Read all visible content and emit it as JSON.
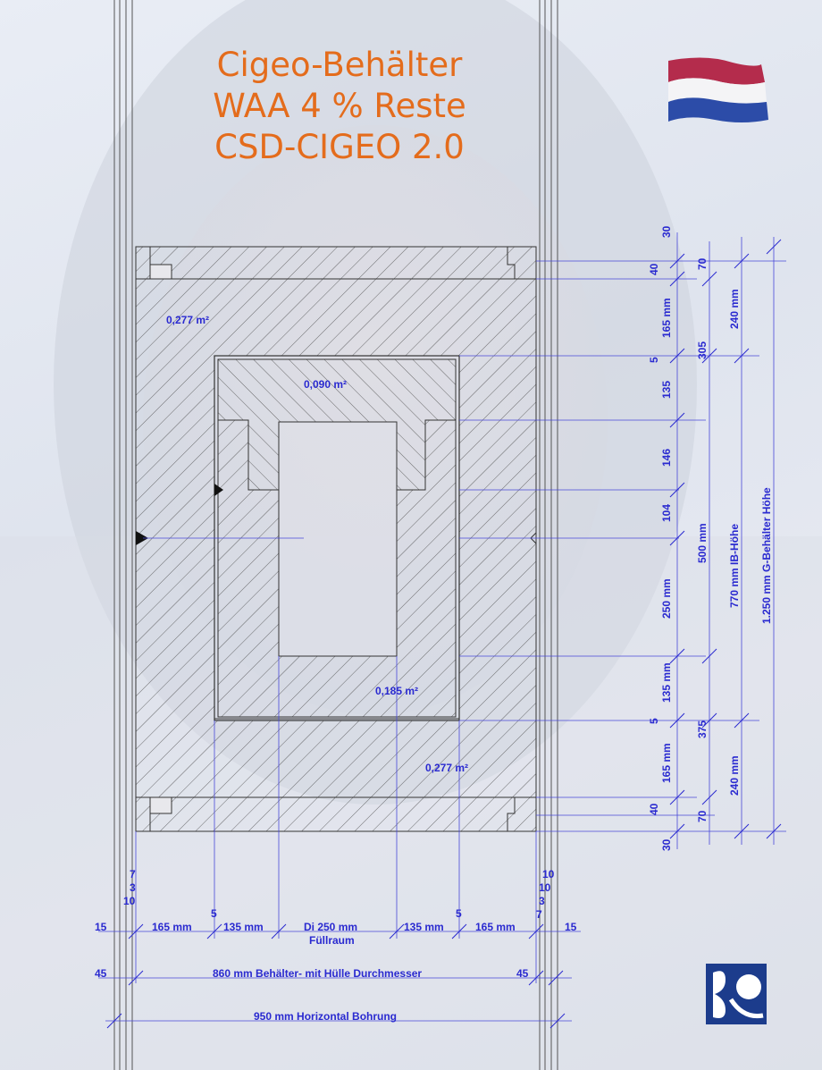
{
  "title": {
    "line1": "Cigeo-Behälter",
    "line2": "WAA 4 % Reste",
    "line3": "CSD-CIGEO 2.0"
  },
  "areas": {
    "top": "0,277 m²",
    "lid": "0,090 m²",
    "inner": "0,185 m²",
    "bottom": "0,277 m²"
  },
  "vertical_dims": {
    "col1": [
      "30",
      "40",
      "165 mm",
      "5",
      "135",
      "146",
      "104",
      "250 mm",
      "135 mm",
      "5",
      "165 mm",
      "40",
      "30"
    ],
    "col2": [
      "70",
      "305",
      "500 mm",
      "375",
      "70"
    ],
    "col3": [
      "240 mm",
      "770 mm IB-Höhe",
      "240 mm"
    ],
    "col4": [
      "1.250 mm G-Behälter Höhe"
    ]
  },
  "horizontal_dims": {
    "row1_left_stack": [
      "7",
      "3",
      "10"
    ],
    "row1_right_stack": [
      "10",
      "10",
      "3",
      "7"
    ],
    "row1": [
      "15",
      "165 mm",
      "5",
      "135 mm",
      "Di 250 mm",
      "Füllraum",
      "135 mm",
      "5",
      "165 mm",
      "15"
    ],
    "row2": [
      "45",
      "860 mm Behälter- mit Hülle Durchmesser",
      "45"
    ],
    "row3": [
      "950 mm Horizontal Bohrung"
    ]
  },
  "colors": {
    "title": "#e46c1c",
    "dimension": "#2a2ad0",
    "drawing": "#3a3a3a",
    "flag_red": "#b42c4c",
    "flag_blue": "#2c4ca8",
    "logo": "#1c3c8c"
  },
  "icons": {
    "flag": "netherlands-flag-icon",
    "logo": "company-logo-icon"
  }
}
